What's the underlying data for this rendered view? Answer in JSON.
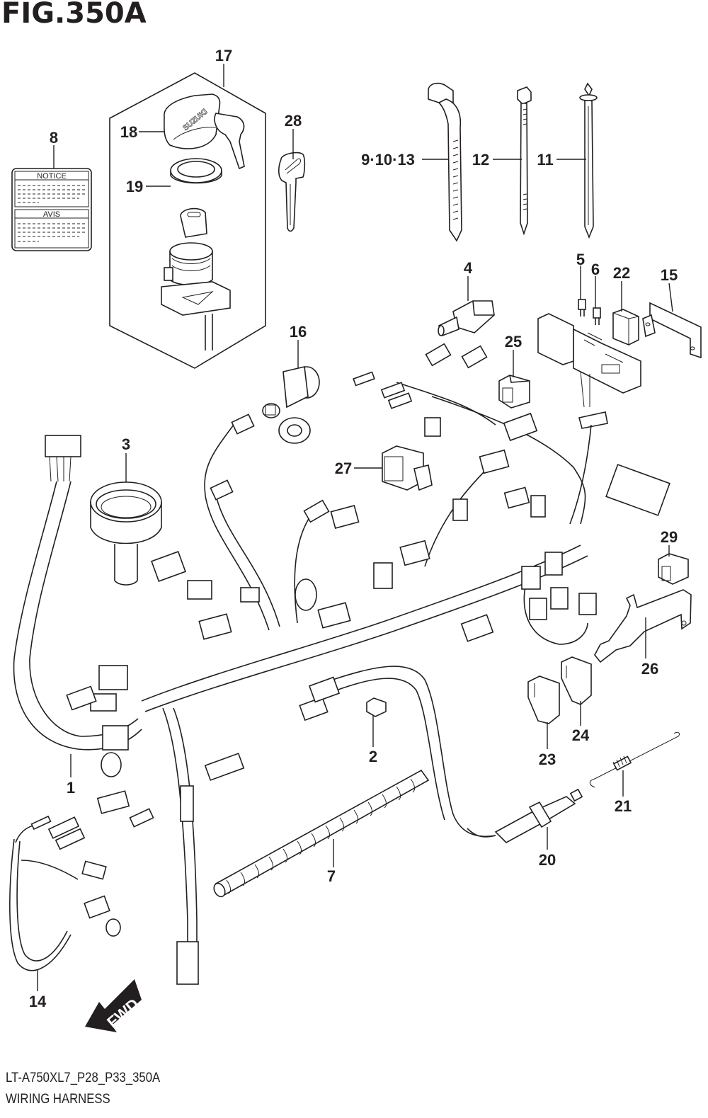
{
  "figure": {
    "title": "FIG.350A",
    "model_code": "LT-A750XL7_P28_P33_350A",
    "section_name": "WIRING HARNESS"
  },
  "label_plate": {
    "top_heading": "NOTICE",
    "bottom_heading": "AVIS"
  },
  "ignition_key_brand": "SUZUKI",
  "direction_indicator": "FWD",
  "callouts": [
    {
      "ref": "1",
      "part": "wiring-harness-main"
    },
    {
      "ref": "2",
      "part": "connector-cap"
    },
    {
      "ref": "3",
      "part": "grommet-boot"
    },
    {
      "ref": "4",
      "part": "terminal-cover"
    },
    {
      "ref": "5",
      "part": "fuse-a"
    },
    {
      "ref": "6",
      "part": "fuse-b"
    },
    {
      "ref": "7",
      "part": "corrugated-tube"
    },
    {
      "ref": "8",
      "part": "notice-label"
    },
    {
      "ref": "9·10·13",
      "part": "cable-tie-clamp"
    },
    {
      "ref": "11",
      "part": "cable-tie-clip"
    },
    {
      "ref": "12",
      "part": "cable-tie"
    },
    {
      "ref": "14",
      "part": "sub-harness"
    },
    {
      "ref": "15",
      "part": "fuse-box-bracket"
    },
    {
      "ref": "16",
      "part": "power-socket"
    },
    {
      "ref": "17",
      "part": "ignition-switch-assy"
    },
    {
      "ref": "18",
      "part": "ignition-key-cap"
    },
    {
      "ref": "19",
      "part": "lock-nut"
    },
    {
      "ref": "20",
      "part": "oxygen-sensor"
    },
    {
      "ref": "21",
      "part": "spring"
    },
    {
      "ref": "22",
      "part": "relay"
    },
    {
      "ref": "23",
      "part": "connector-cover-a"
    },
    {
      "ref": "24",
      "part": "connector-cover-b"
    },
    {
      "ref": "25",
      "part": "connector-coupler"
    },
    {
      "ref": "26",
      "part": "bracket-plate"
    },
    {
      "ref": "27",
      "part": "relay-module"
    },
    {
      "ref": "28",
      "part": "blank-key"
    },
    {
      "ref": "29",
      "part": "coupler-cap"
    }
  ]
}
